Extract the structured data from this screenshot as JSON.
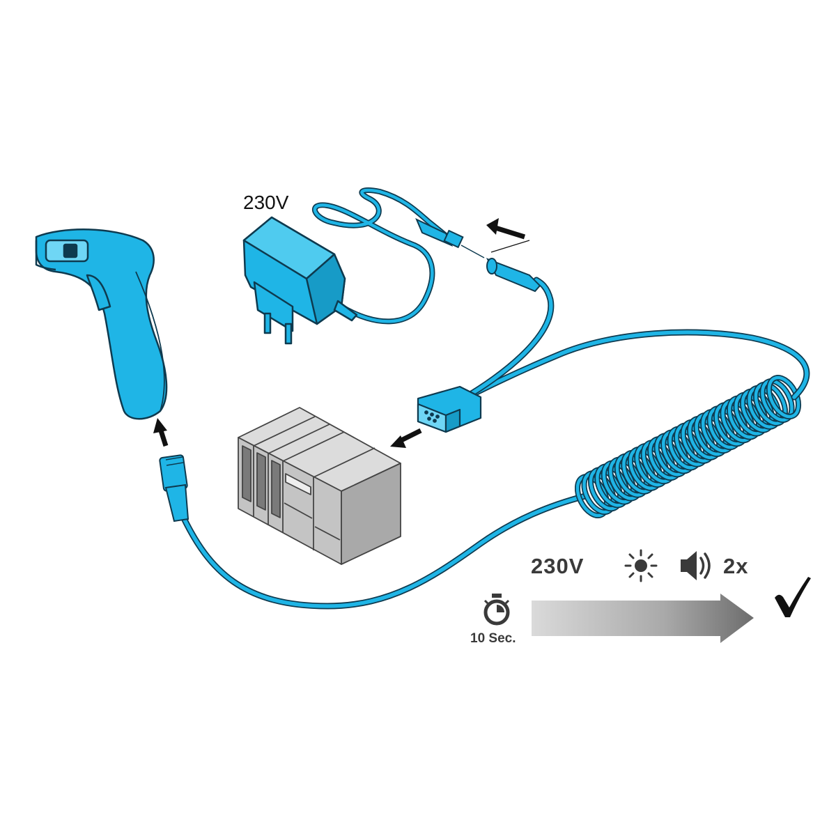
{
  "power_adapter": {
    "voltage_label": "230V"
  },
  "status_bar": {
    "voltage_label": "230V",
    "light_icon": "sun-icon",
    "sound_icon": "speaker-icon",
    "beep_count_label": "2x"
  },
  "timer": {
    "icon": "stopwatch-icon",
    "duration_label": "10 Sec."
  },
  "progress_arrow": {
    "icon": "arrow-right-gradient"
  },
  "success": {
    "icon": "checkmark-icon"
  },
  "colors": {
    "device_blue": "#1fb5e6",
    "device_outline": "#0e3a4f",
    "terminal_gray": "#c9c9c9",
    "text_dark": "#3a3a3a",
    "arrow_light": "#d8d8d8",
    "arrow_dark": "#7a7a7a"
  }
}
